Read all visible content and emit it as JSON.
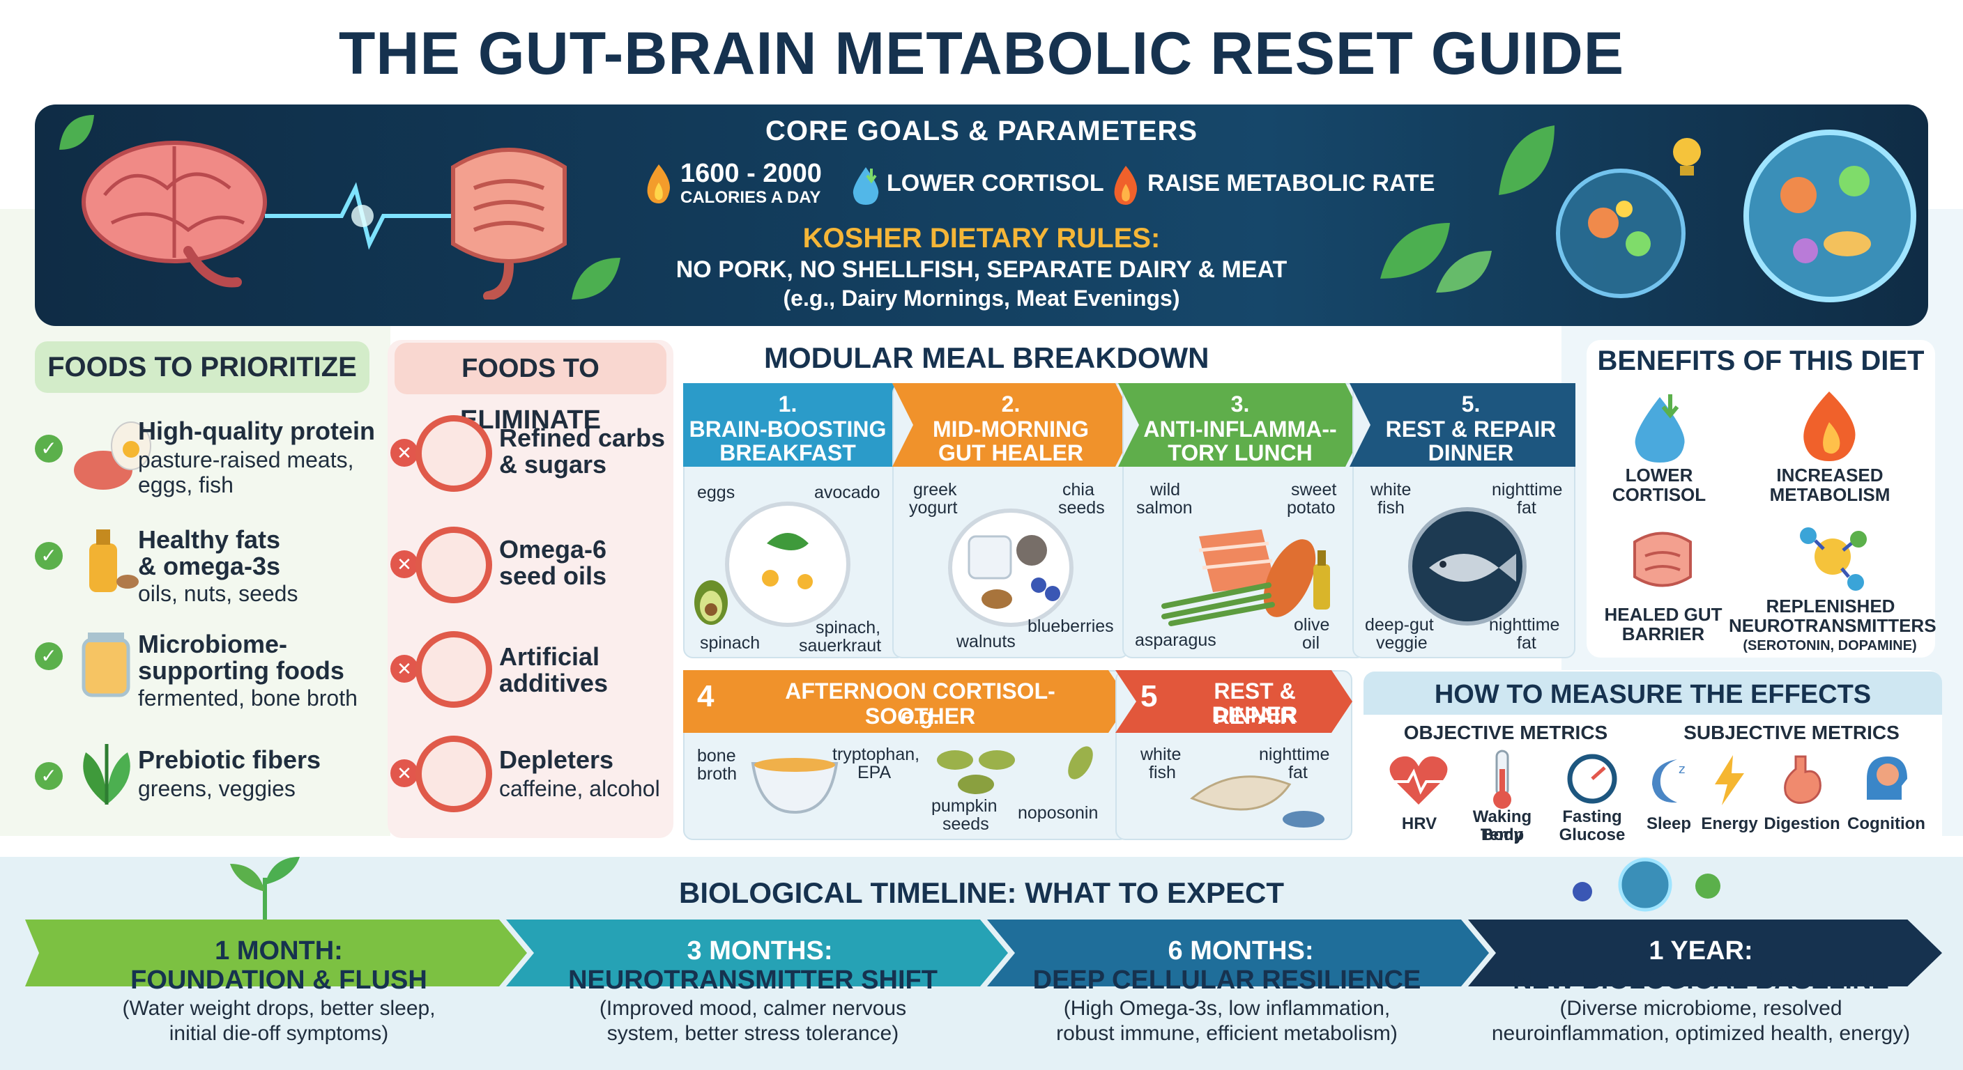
{
  "title": "THE GUT-BRAIN METABOLIC RESET GUIDE",
  "banner": {
    "title": "CORE GOALS & PARAMETERS",
    "calories_value": "1600 - 2000",
    "calories_unit": "CALORIES A DAY",
    "cortisol": "LOWER CORTISOL",
    "metabolic": "RAISE METABOLIC RATE",
    "kosher_title": "KOSHER DIETARY RULES:",
    "kosher_rules": "NO PORK, NO SHELLFISH, SEPARATE DAIRY & MEAT",
    "kosher_example": "(e.g., Dairy Mornings, Meat Evenings)"
  },
  "prioritize": {
    "title": "FOODS TO PRIORITIZE",
    "items": [
      {
        "label": "High-quality protein",
        "sub1": "pasture-raised meats,",
        "sub2": "eggs, fish"
      },
      {
        "label": "Healthy fats",
        "label2": "& omega-3s",
        "sub1": "oils, nuts, seeds"
      },
      {
        "label": "Microbiome-",
        "label2": "supporting foods",
        "sub1": "fermented, bone broth"
      },
      {
        "label": "Prebiotic fibers",
        "sub1": "greens, veggies"
      }
    ]
  },
  "eliminate": {
    "title": "FOODS TO ELIMINATE",
    "items": [
      {
        "label": "Refined carbs",
        "label2": "& sugars"
      },
      {
        "label": "Omega-6",
        "label2": "seed oils"
      },
      {
        "label": "Artificial",
        "label2": "additives"
      },
      {
        "label": "Depleters",
        "sub1": "caffeine, alcohol"
      }
    ]
  },
  "meals": {
    "title": "MODULAR MEAL BREAKDOWN",
    "m1": {
      "num": "1.",
      "title1": "BRAIN-BOOSTING",
      "title2": "BREAKFAST",
      "l1": "eggs",
      "l2": "avocado",
      "l3": "spinach",
      "l4": "spinach,",
      "l5": "sauerkraut"
    },
    "m2": {
      "num": "2.",
      "title1": "MID-MORNING",
      "title2": "GUT HEALER",
      "l1": "greek",
      "l1b": "yogurt",
      "l2": "chia",
      "l2b": "seeds",
      "l3": "walnuts",
      "l4": "blueberries"
    },
    "m3": {
      "num": "3.",
      "title1": "ANTI-INFLAMMA--",
      "title2": "TORY LUNCH",
      "l1": "wild",
      "l1b": "salmon",
      "l2": "sweet",
      "l2b": "potato",
      "l3": "asparagus",
      "l4": "olive",
      "l4b": "oil"
    },
    "m5": {
      "num": "5.",
      "title1": "REST & REPAIR",
      "title2": "DINNER",
      "l1": "white",
      "l1b": "fish",
      "l2": "nighttime",
      "l2b": "fat",
      "l3": "deep-gut",
      "l3b": "veggie",
      "l4": "nighttime",
      "l4b": "fat"
    },
    "m4b": {
      "num": "4",
      "title1": "AFTERNOON CORTISOL-SOOTHER",
      "title2": "e.g.",
      "l1": "bone",
      "l1b": "broth",
      "l2": "tryptophan,",
      "l2b": "EPA",
      "l3": "pumpkin",
      "l3b": "seeds",
      "l4": "noposonin"
    },
    "m5b": {
      "num": "5",
      "title1": "REST & REPAIR",
      "title2": "DINNER",
      "l1": "white",
      "l1b": "fish",
      "l2": "nighttime",
      "l2b": "fat"
    }
  },
  "benefits": {
    "title": "BENEFITS OF THIS DIET",
    "b1": {
      "l1": "LOWER",
      "l2": "CORTISOL"
    },
    "b2": {
      "l1": "INCREASED",
      "l2": "METABOLISM"
    },
    "b3": {
      "l1": "HEALED GUT",
      "l2": "BARRIER"
    },
    "b4": {
      "l1": "REPLENISHED",
      "l2": "NEUROTRANSMITTERS",
      "l3": "(SEROTONIN, DOPAMINE)"
    }
  },
  "measure": {
    "title": "HOW TO MEASURE THE EFFECTS",
    "objective_title": "OBJECTIVE METRICS",
    "subjective_title": "SUBJECTIVE METRICS",
    "hrv": "HRV",
    "temp1": "Waking Body",
    "temp2": "Temp",
    "glucose1": "Fasting",
    "glucose2": "Glucose",
    "sleep": "Sleep",
    "energy": "Energy",
    "digestion": "Digestion",
    "cognition": "Cognition"
  },
  "timeline": {
    "title": "BIOLOGICAL TIMELINE: WHAT TO EXPECT",
    "s1": {
      "label": "1 MONTH:",
      "head": "FOUNDATION & FLUSH",
      "d1": "(Water weight drops, better sleep,",
      "d2": "initial die-off symptoms)"
    },
    "s2": {
      "label": "3 MONTHS:",
      "head": "NEUROTRANSMITTER SHIFT",
      "d1": "(Improved mood, calmer nervous",
      "d2": "system, better stress tolerance)"
    },
    "s3": {
      "label": "6 MONTHS:",
      "head": "DEEP CELLULAR RESILIENCE",
      "d1": "(High Omega-3s, low inflammation,",
      "d2": "robust immune, efficient metabolism)"
    },
    "s4": {
      "label": "1 YEAR:",
      "head": "NEW BIOLOGICAL BASELINE",
      "d1": "(Diverse microbiome, resolved",
      "d2": "neuroinflammation, optimized health, energy)"
    }
  },
  "colors": {
    "navy": "#16324f",
    "green": "#5bb04b",
    "red": "#e05a4a",
    "blue": "#1f8fc0",
    "orange": "#f0922b",
    "timeline_green": "#7cc142",
    "timeline_teal": "#26a2b5",
    "timeline_blue": "#1f6e9a",
    "timeline_navy": "#16324f"
  }
}
